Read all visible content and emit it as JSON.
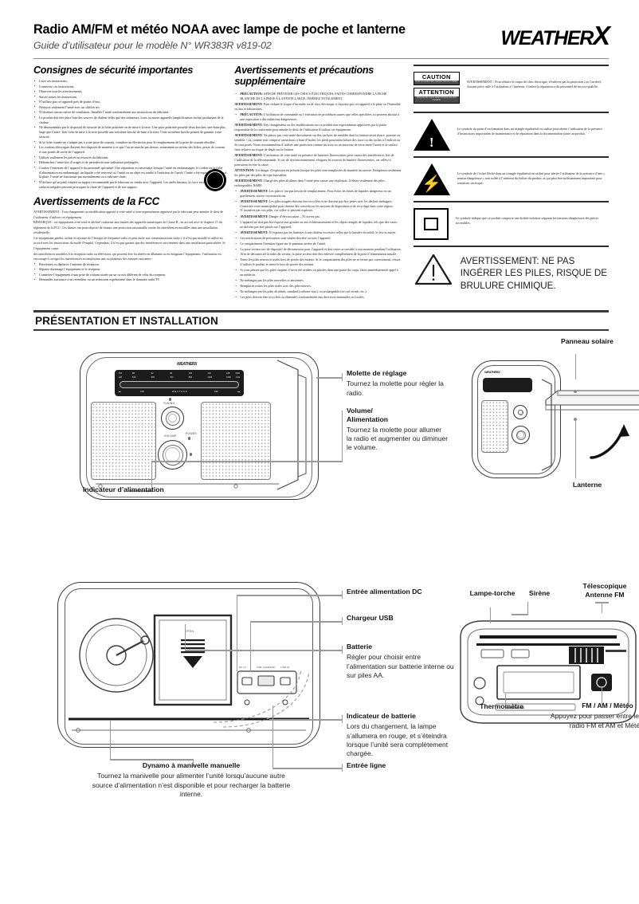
{
  "header": {
    "title": "Radio AM/FM et météo NOAA avec lampe de poche et lanterne",
    "subtitle": "Guide d’utilisateur pour le modèle N° WR383R v819-02",
    "brand": "WEATHER",
    "brand_x": "X"
  },
  "col1": {
    "heading": "Consignes de sécurité importantes",
    "bullets": [
      "Lisez ces instructions.",
      "Conservez ces instructions.",
      "Observez tous les avertissements.",
      "Suivez toutes les instructions.",
      "N’utilisez pas cet appareil près de points d’eau.",
      "Nettoyez seulement l’unité avec un chiffon sec.",
      "N’obstruez aucun orifice de ventilation. Installez l’unité conformément aux instructions du fabricant.",
      "Le produit doit être placé loin des sources de chaleur telles que des radiateurs, fours ou autres appareils (amplificateurs inclus) produisant de la chaleur.",
      "Ne désassemblez pas le dispositif de sécurité de la fiche polarisée ou de mise à la terre. Une prise polarisée possède deux broches, une étant plus large que l’autre. Une fiche de mise à la terre possède une troisième broche de mise à la terre. Cette troisième broche permet de garantir votre sécurité.",
      "Si la fiche fournie ne s’adapte pas à votre prise de courant, consultez un électricien pour le remplacement de la prise de courant obsolète.",
      "Les cordons électriques doivent être disposés de manière à ce que l’on ne marche pas dessus, notamment au niveau des fiches, prises de courant et aux points de sortie de l’appareil.",
      "Utilisez seulement les pièces/accessoires du fabricant.",
      "Débranchez l’unité lors d’orages et de périodes de non-utilisation prolongées.",
      "Confiez l’entretien de l’appareil à du personnel spécialisé. Une réparation est nécessaire lorsque l’unité est endommagée, le cordon ou la fiche d’alimentation est endommagé, un liquide a été renversé ou l’unité ou un objet est tombé à l’intérieur de l’unité, l’unité a été exposée à l’eau ou à la pluie, l’unité ne fonctionne pas normalement ou a subi une chute.",
      "N’utilisez qu’un pied, trépied ou support recommandé par le fabricant ou vendu avec l’appareil. Les arrêts brutaux, la force excessive ou les surfaces inégales peuvent provoquer la chute de l’appareil et de son support."
    ],
    "fcc_heading": "Avertissements de la FCC",
    "fcc_paras": [
      "AVERTISSEMENT : Tout changement ou modification apporté à cette unité et non expressément approuvé par le fabricant peut annuler le droit de l’utilisateur d’utiliser cet équipement.",
      "REMARQUE : cet équipement a été testé et déclaré conforme aux limites des appareils numériques de Classe B ; en accord avec le chapitre 15 du règlement de la FCC. Ces limites ont pour objectif de fournir une protection raisonnable contre les interférences nuisibles dans une installation résidentielle.",
      "Cet équipement génère, utilise et rayonne de l’énergie de fréquence radio et peut nuire aux communications radio s’il n’est pas installé et utilisé en accord avec les instructions du mode d’emploi. Cependant, il n’est pas garanti que des interférences surviennent dans une installation particulière. Si l’équipement cause",
      "des interférences nuisibles à la réception radio ou télévision, qui peuvent être localisées en allumant ou en éteignant l’équipement, l’utilisateur est encouragé à corriger les interférences en employant une ou plusieurs des mesures suivantes :"
    ],
    "fcc_bullets": [
      "Réorientez ou déplacez l’antenne de réception.",
      "Séparez davantage l’équipement et le récepteur.",
      "Connectez l’équipement à une prise de courant située sur un circuit différent de celui du récepteur.",
      "Demandez assistance à un revendeur ou un technicien expérimenté dans le domaine radio/TV."
    ]
  },
  "col2": {
    "heading": "Avertissements et précautions supplémentaire",
    "blocks": [
      {
        "lead": "PRÉCAUTION:",
        "text": " AFIN DE PRÉVENIR LES CHOCS ÉLECTRIQUES, FAITES CORRESPONDRE LA FICHE BLANCHE DE LA PRISE À LA FENTE LARGE, INSÉREZ TOTALEMENT.",
        "bullet": true
      },
      {
        "lead": "AVERTISSEMENT:",
        "text": " Pour réduire le risque d’incendie ou de choc électrique, n’exposez pas cet appareil à la pluie ou l’humidité ou aux éclaboussures.",
        "bullet": false
      },
      {
        "lead": "PRÉCAUTION:",
        "text": " L’utilisation de commande ou l’exécution de procédures autres que celles spécifiées ici peuvent aboutir à une exposition à des radiations dangereuses.",
        "bullet": true
      },
      {
        "lead": "AVERTISSEMENT:",
        "text": " Des changements ou des modifications sur ce produit non expressément approuvés par la partie responsable de la conformité peut annuler le droit de l’utilisateur d’utiliser cet équipement.",
        "bullet": false
      },
      {
        "lead": "AVERTISSEMENT:",
        "text": " Ne placez pas cette unité directement sur des surfaces de meubles dont la finition serait douce, poreuse ou sensible. Car, comme tout composé caoutchouc à base d’huiles, les pieds pourraient laisser des trace ou des taches à l’endroit ou ils sont posés. Nous recommandons d’utiliser une protection comme un tissu ou un morceau de verre entre l’unité et la surface finie relative au risque de dégât sur la finition.",
        "bullet": false
      },
      {
        "lead": "AVERTISSEMENT:",
        "text": " L’utilisation de cette unité en présence de batteries fluorescentes peut causer des interférences lors de l’utilisation de la télécommande. Si cas de dysfonctionnement, éloignez les sources de lumière fluorescentes, car celles-ci pourraient en être la cause.",
        "bullet": false
      },
      {
        "lead": "ATTENTION:",
        "text": " Un danger d’explosion est présent lorsque les piles sont remplacées de manière incorrecte. Remplacez seulement les piles par des piles de type équivalent.",
        "bullet": false
      },
      {
        "lead": "AVERTISSEMENT:",
        "text": " Chargé des piles alcalines dans l’unité peut causer une explosion. Utilisez seulement des piles rechargeables NiMH.",
        "bullet": false
      },
      {
        "lead": "AVERTISSEMENT:",
        "text": " Les piles n’ont pas besoin de remplacement. Pour éviter les fuites de liquides dangereux ou un gonflement, suivez ces instructions.",
        "bullet": true
      },
      {
        "lead": "AVERTISSEMENT:",
        "text": " Les piles usagées doivent être recyclées et ne doivent pas être jetées avec les déchets ménagers. Contactez votre municipalité pour obtenir des conseils sur les moyens de disposition et de recyclage dans votre région. N’incinérez pas vos piles, car celles-ci peuvent exploser.",
        "bullet": true
      },
      {
        "lead": "AVERTISSEMENT:",
        "text": " Danger d’électrocution – N’ouvrez pas.",
        "bullet": true
      },
      {
        "lead": "",
        "text": "L’appareil ne doit pas être exposé aux gouttes ou aux éclaboussements et les objets remplis de liquides, tels que des vases, ne doivent pas être placés sur l’appareil.",
        "bullet": true
      },
      {
        "lead": "AVERTISSEMENT:",
        "text": " N’exposez pas les batteries à une chaleur excessive telles que la lumière du soleil, le feu ou autres.",
        "bullet": true
      },
      {
        "lead": "",
        "text": "Les notifications de précaution sont situées derrière ou sous l’appareil.",
        "bullet": true
      },
      {
        "lead": "",
        "text": "Le compartiment Attention figure sur le panneau arrière de l’unité.",
        "bullet": true
      },
      {
        "lead": "",
        "text": "La prise secteur sert de dispositif de déconnexion pour l’appareil et doit rester accessible à tout moment pendant l’utilisation. Afin de déconnecter la radio du secteur, la prise secteur doit être enlevée complètement de la prise d’alimentation murale.",
        "bullet": true
      },
      {
        "lead": "",
        "text": "Tenez les piles neuves et usées hors de portée des enfants. Si le compartiment des piles ne se ferme pas correctement, cessez d’utiliser le produit et tenez-le hors de portée des enfants.",
        "bullet": true
      },
      {
        "lead": "",
        "text": "Si vous pensez que les piles risquent d’avoir été avalées ou placées dans une partie du corps, faites immédiatement appel à un médecin.",
        "bullet": true
      },
      {
        "lead": "",
        "text": "Ne mélangez pas les piles nouvelles et anciennes.",
        "bullet": true
      },
      {
        "lead": "",
        "text": "Remplacez toutes les piles usées avec des piles neuves.",
        "bullet": true
      },
      {
        "lead": "",
        "text": "Ne mélangez pas les piles alcalines, standard (carbone-zinc), ou rechargeable (ni-cad, ni-mh, etc.).",
        "bullet": true
      },
      {
        "lead": "",
        "text": "Les piles doivent être recyclées ou éliminées conformément aux directives nationales ou locales.",
        "bullet": true
      }
    ]
  },
  "col3": {
    "caution_label": "CAUTION",
    "caution_sub": "RISK OF ELECTRIC SHOCK DO NOT OPEN",
    "attention_label": "ATTENTION",
    "attention_sub": "RISQUE DE CHOC ELECTRIQUE NE PAS OUVRIR",
    "caution_text": "AVERTISSEMENT : Pour réduire le risque de choc électrique, n’enlevez pas la protection (ou l’arrière). Aucune pièce utile à l’utilisateur à l’intérieur. Confiez la réparation a du personnel de  service qualifié.",
    "exclam_text": "Le symbole du point d’exclamation dans un triangle équilatéral est utilisé pour alerter l’utilisateur de la présence d’instructions importantes de maintenance et de réparation dans la documentation jointe au produit.",
    "bolt_text": "Le symbole de l’éclair fléché dans un triangle équilatéral est utilisé pour alerter l’utilisateur de la présence d’une « tension dangereuse » non isolée à l’intérieur du boîtier du produit, et qui peut être suffisamment importante pour constituer un risque.",
    "square_text": "Ce symbole indique que ce produit comporte une double isolation séparant les tensions dangereuses des pièces accessibles.",
    "battery_warning": "AVERTISSEMENT: NE PAS INGÉRER LES PILES, RISQUE DE BRULURE CHIMIQUE."
  },
  "banner": {
    "title": "PRÉSENTATION ET INSTALLATION"
  },
  "fig_top": {
    "tuning": {
      "heading": "Molette de réglage",
      "desc": "Tournez la molette pour régler la radio."
    },
    "volume": {
      "heading": "Volume/ Alimentation",
      "heading_line1": "Volume/",
      "heading_line2": "Alimentation",
      "desc": "Tournez la molette pour allumer la radio et augmenter ou diminuer le volume."
    },
    "power_indicator": "Indicateur d’alimentation",
    "solar_panel": "Panneau solaire",
    "lantern": "Lanterne",
    "device_brand": "WEATHERX",
    "knob_labels": {
      "tuning": "TUNING",
      "volume": "VOLUME",
      "power": "POWER"
    },
    "band_left": {
      "fm": "FM",
      "am": "AM"
    },
    "band_right": {
      "fm": "MHz",
      "am": "KHz"
    },
    "fm_ticks": [
      "88",
      "92",
      "96",
      "100",
      "104",
      "108"
    ],
    "am_ticks": [
      "530",
      "600",
      "700",
      "800",
      "1000",
      "1600"
    ],
    "off_labels": [
      "OFF",
      "OFF"
    ],
    "weather_label": "WEATHER"
  },
  "fig_bottom": {
    "dc_in": "Entrée alimentation DC",
    "usb": "Chargeur USB",
    "battery": {
      "heading": "Batterie",
      "desc": "Régler pour choisir entre l’alimentation sur batterie interne ou sur piles AA."
    },
    "battery_indicator": {
      "heading": "Indicateur de batterie",
      "desc": "Lors du chargement, la lampe s’allumera en rouge, et s’éteindra lorsque l’unité sera complètement chargée."
    },
    "line_in": "Entrée ligne",
    "crank": {
      "heading": "Dynamo à manivelle manuelle",
      "desc": "Tournez la manivelle pour alimenter l’unité lorsqu’aucune autre source d’alimentation n’est disponible et pour recharger la batterie interne."
    },
    "flashlight": "Lampe-torche",
    "siren": "Sirène",
    "antenna": {
      "line1": "Télescopique",
      "line2": "Antenne FM"
    },
    "thermometer": "Thermomètre",
    "mode": {
      "heading": "FM / AM / Météo",
      "desc": "Appuyez pour passer entre les modes radio FM et AM et Météo."
    },
    "open_label": "OPEN",
    "port_labels": {
      "dc": "DC IN",
      "usb": "USB CHARGER",
      "line": "LINE IN"
    }
  }
}
